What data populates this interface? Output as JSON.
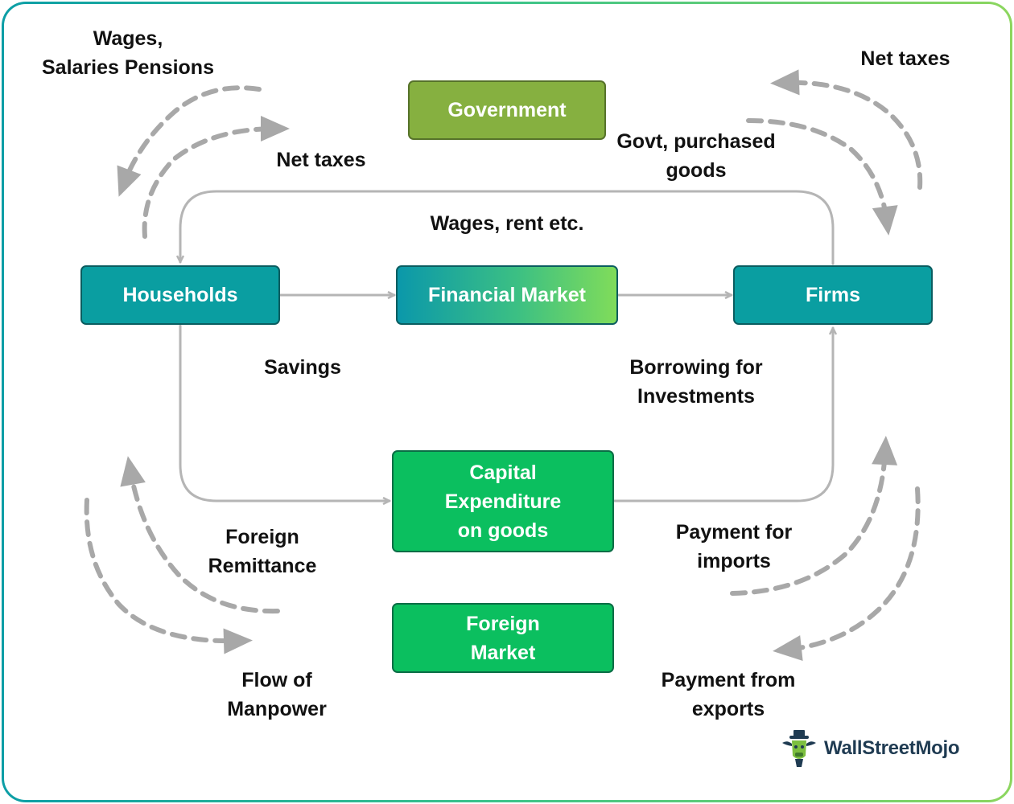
{
  "nodes": {
    "government": "Government",
    "households": "Households",
    "financial_market": "Financial Market",
    "firms": "Firms",
    "capital_expenditure": [
      "Capital",
      "Expenditure",
      "on goods"
    ],
    "foreign_market": [
      "Foreign",
      "Market"
    ]
  },
  "labels": {
    "wages_salaries_pensions": [
      "Wages,",
      "Salaries Pensions"
    ],
    "net_taxes_left": "Net taxes",
    "net_taxes_right": "Net taxes",
    "govt_purchased_goods": [
      "Govt, purchased",
      "goods"
    ],
    "wages_rent": "Wages, rent etc.",
    "savings": "Savings",
    "borrowing_for_investments": [
      "Borrowing for",
      "Investments"
    ],
    "foreign_remittance": [
      "Foreign",
      "Remittance"
    ],
    "payment_for_imports": [
      "Payment for",
      "imports"
    ],
    "flow_of_manpower": [
      "Flow of",
      "Manpower"
    ],
    "payment_from_exports": [
      "Payment from",
      "exports"
    ]
  },
  "logo": {
    "text": "WallStreetMojo"
  },
  "colors": {
    "teal_box": "#0a9ea1",
    "government_box": "#86b040",
    "green_box": "#0bbf5f",
    "connector": "#b5b5b5",
    "dashed_arrow": "#a8a8a8"
  }
}
